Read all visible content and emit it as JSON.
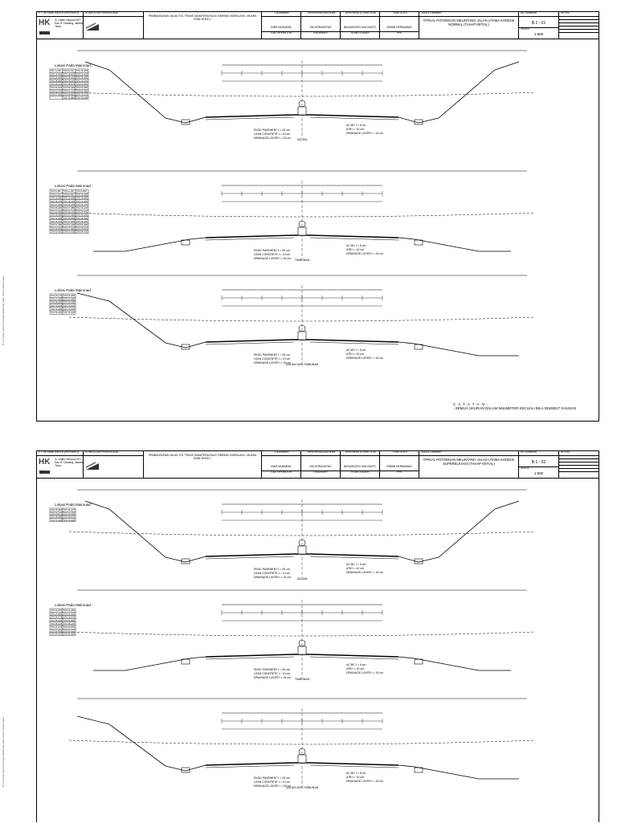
{
  "sheets": [
    {
      "owner": {
        "name": "PT. HUTAMA KARYA (PERSERO)",
        "logo": "HK",
        "address": "Jl. Letjen Haryono MT Kav. 8, Cawang, Jakarta Timur"
      },
      "consultant": {
        "title": "KONSULTAN PERENCANA"
      },
      "project": {
        "text": "PEMBANGUNAN JALAN TOL TRANS SUMATERA RUAS SIMPANG INDRALAYA - MUARA ENIM SEKSI 1"
      },
      "signatures": [
        {
          "role": "DIGAMBAR",
          "name": "EMIR MUBARAK",
          "position": "CAD OPERATOR"
        },
        {
          "role": "DIPERIKSA/DIAJUKAN",
          "name": "EKI AFRIANSYAH",
          "position": "ENGINEER"
        },
        {
          "role": "DIPERIKSA & DISETUJUI",
          "name": "BAGASKORO MULYANTO",
          "position": "TEAM LEADER"
        },
        {
          "role": "DISETUJUI",
          "name": "IRWAN HERMAWAN",
          "position": "PPK"
        }
      ],
      "title_label": "JUDUL GAMBAR",
      "title": "TIPIKAL POTONGAN MELINTANG JALAN UTAMA KONDISI NORMAL (TAHAP INITIAL)",
      "sheet_no_label": "NO GAMBAR",
      "sheet_no": "B.1 - 01",
      "scale_label": "SKALA",
      "scale": "1:500",
      "revision_label": "REVISI",
      "sections": [
        {
          "location_title": "Lokasi Pada Mainroad :",
          "rows": [
            [
              "STA 1+400",
              "STA 5+700",
              "STA 12+250"
            ],
            [
              "STA 14+450",
              "STA 18+875",
              "STA 22+425"
            ],
            [
              "STA 25+350",
              "STA 29+200",
              "STA 33+600"
            ],
            [
              "STA 35+800",
              "STA 39+150",
              "STA 42+100"
            ],
            [
              "STA 45+225",
              "STA 48+675",
              "STA 50+550"
            ],
            [
              "STA 53+425",
              "STA 56+300",
              "STA 59+850"
            ],
            [
              "STA 61+700",
              "STA 63+125",
              "STA 65+950"
            ],
            [
              "STA 67+500",
              "STA 69+825",
              "STA 72+275"
            ],
            [
              "",
              "STA 74+950",
              "STA 76+025"
            ]
          ],
          "left_pav": "RIGID PAVEMENT t = 30 cm",
          "left_lc": "LEAN CONCRETE t = 10 cm",
          "left_dl": "DRAINAGE LAYER t = 15 cm",
          "right_ac": "AC-BC t = 6 cm",
          "right_atb": "ATB t = 10 cm",
          "right_dl": "DRAINAGE LAYER t = 15 cm",
          "caption": "GALIAN"
        },
        {
          "location_title": "Lokasi Pada Mainroad :",
          "rows": [
            [
              "STA 0+450",
              "STA 2+100",
              "STA 3+800"
            ],
            [
              "STA 6+225",
              "STA 8+400",
              "STA 10+050"
            ],
            [
              "STA 11+500",
              "STA 13+600",
              "STA 15+800"
            ],
            [
              "STA 16+750",
              "STA 19+300",
              "STA 20+650"
            ],
            [
              "STA 21+900",
              "STA 23+350",
              "STA 24+700"
            ],
            [
              "STA 26+500",
              "STA 27+850",
              "STA 30+100"
            ],
            [
              "STA 31+550",
              "STA 32+700",
              "STA 34+400"
            ],
            [
              "STA 36+650",
              "STA 37+900",
              "STA 40+250"
            ],
            [
              "STA 41+350",
              "STA 43+050",
              "STA 44+600"
            ],
            [
              "STA 46+300",
              "STA 47+450",
              "STA 49+200"
            ],
            [
              "STA 51+050",
              "STA 52+300",
              "STA 54+800"
            ],
            [
              "STA 55+550",
              "STA 57+600",
              "STA 58+900"
            ],
            [
              "STA 60+300",
              "STA 62+350",
              "STA 64+700"
            ]
          ],
          "left_pav": "RIGID PAVEMENT t = 30 cm",
          "left_lc": "LEAN CONCRETE t = 10 cm",
          "left_dl": "DRAINAGE LAYER t = 15 cm",
          "right_ac": "AC-BC t = 6 cm",
          "right_atb": "ATB t = 10 cm",
          "right_dl": "DRAINAGE LAYER t = 15 cm",
          "caption": "TIMBUNAN"
        },
        {
          "location_title": "Lokasi Pada Mainroad :",
          "rows": [
            [
              "STA 25+775",
              "STA 26+450"
            ],
            [
              "STA 27+300",
              "STA 27+950"
            ],
            [
              "STA 28+550",
              "STA 29+050"
            ],
            [
              "STA 71+100",
              "STA 71+625"
            ],
            [
              "STA 72+950",
              "STA 73+450"
            ],
            [
              "STA 74+150",
              "STA 74+525"
            ]
          ],
          "left_pav": "RIGID PAVEMENT t = 30 cm",
          "left_lc": "LEAN CONCRETE t = 10 cm",
          "left_dl": "DRAINAGE LAYER t = 15 cm",
          "right_ac": "AC-BC t = 6 cm",
          "right_atb": "ATB t = 10 cm",
          "right_dl": "DRAINAGE LAYER t = 15 cm",
          "caption": "GALIAN DAN TIMBUNAN"
        }
      ],
      "note_title": "C A T A T A N :",
      "note_text": "- SEMUA UKURAN DALAM MILIMETER KECUALI BILA DISEBUT KHUSUS"
    },
    {
      "owner": {
        "name": "PT. HUTAMA KARYA (PERSERO)",
        "logo": "HK",
        "address": "Jl. Letjen Haryono MT Kav. 8, Cawang, Jakarta Timur"
      },
      "consultant": {
        "title": "KONSULTAN PERENCANA"
      },
      "project": {
        "text": "PEMBANGUNAN JALAN TOL TRANS SUMATERA RUAS SIMPANG INDRALAYA - MUARA ENIM SEKSI 1"
      },
      "signatures": [
        {
          "role": "DIGAMBAR",
          "name": "EMIR MUBARAK",
          "position": "CAD OPERATOR"
        },
        {
          "role": "DIPERIKSA/DIAJUKAN",
          "name": "EKI AFRIANSYAH",
          "position": "ENGINEER"
        },
        {
          "role": "DIPERIKSA & DISETUJUI",
          "name": "BAGASKORO MULYANTO",
          "position": "TEAM LEADER"
        },
        {
          "role": "DISETUJUI",
          "name": "IRWAN HERMAWAN",
          "position": "PPK"
        }
      ],
      "title_label": "JUDUL GAMBAR",
      "title": "TIPIKAL POTONGAN MELINTANG JALAN UTAMA KONDISI SUPERELEVASI (TAHAP INITIAL)",
      "sheet_no_label": "NO GAMBAR",
      "sheet_no": "B.1 - 02",
      "scale_label": "SKALA",
      "scale": "1:500",
      "revision_label": "REVISI",
      "sections": [
        {
          "location_title": "Lokasi Pada Mainroad :",
          "rows": [
            [
              "STA 26+825",
              "STA 32+275"
            ],
            [
              "STA 29+675",
              "STA 35+050"
            ],
            [
              "STA 38+950",
              "STA 46+575"
            ],
            [
              "STA 71+325",
              "STA 73+900"
            ]
          ],
          "left_pav": "RIGID PAVEMENT t = 30 cm",
          "left_lc": "LEAN CONCRETE t = 10 cm",
          "left_dl": "DRAINAGE LAYER t = 15 cm",
          "right_ac": "AC-BC t = 6 cm",
          "right_atb": "ATB t = 10 cm",
          "right_dl": "DRAINAGE LAYER t = 15 cm",
          "caption": "GALIAN"
        },
        {
          "location_title": "Lokasi Pada Mainroad :",
          "rows": [
            [
              "STA 22+450",
              "STA 24+950"
            ],
            [
              "STA 23+825",
              "STA 22+500"
            ],
            [
              "STA 24+775",
              "STA 25+375"
            ],
            [
              "STA 28+400",
              "STA 30+650"
            ],
            [
              "STA 36+125",
              "STA 38+400"
            ],
            [
              "STA 41+475",
              "STA 43+500"
            ],
            [
              "STA 50+525",
              "STA 52+225"
            ],
            [
              "STA 54+075",
              "STA 56+800"
            ]
          ],
          "left_pav": "RIGID PAVEMENT t = 30 cm",
          "left_lc": "LEAN CONCRETE t = 10 cm",
          "left_dl": "DRAINAGE LAYER t = 15 cm",
          "right_ac": "AC-BC t = 6 cm",
          "right_atb": "ATB t = 10 cm",
          "right_dl": "DRAINAGE LAYER t = 15 cm",
          "caption": "TIMBUNAN"
        },
        {
          "location_title": "",
          "rows": [],
          "left_pav": "RIGID PAVEMENT t = 30 cm",
          "left_lc": "LEAN CONCRETE t = 10 cm",
          "left_dl": "DRAINAGE LAYER t = 15 cm",
          "right_ac": "AC-BC t = 6 cm",
          "right_atb": "ATB t = 10 cm",
          "right_dl": "DRAINAGE LAYER t = 15 cm",
          "caption": "GALIAN DAN TIMBUNAN"
        }
      ],
      "note_title": "",
      "note_text": ""
    }
  ],
  "side_text": "B.1-01.dwg  Tipikal Potongan Melintang Jalan Utama  Tahap Initial"
}
